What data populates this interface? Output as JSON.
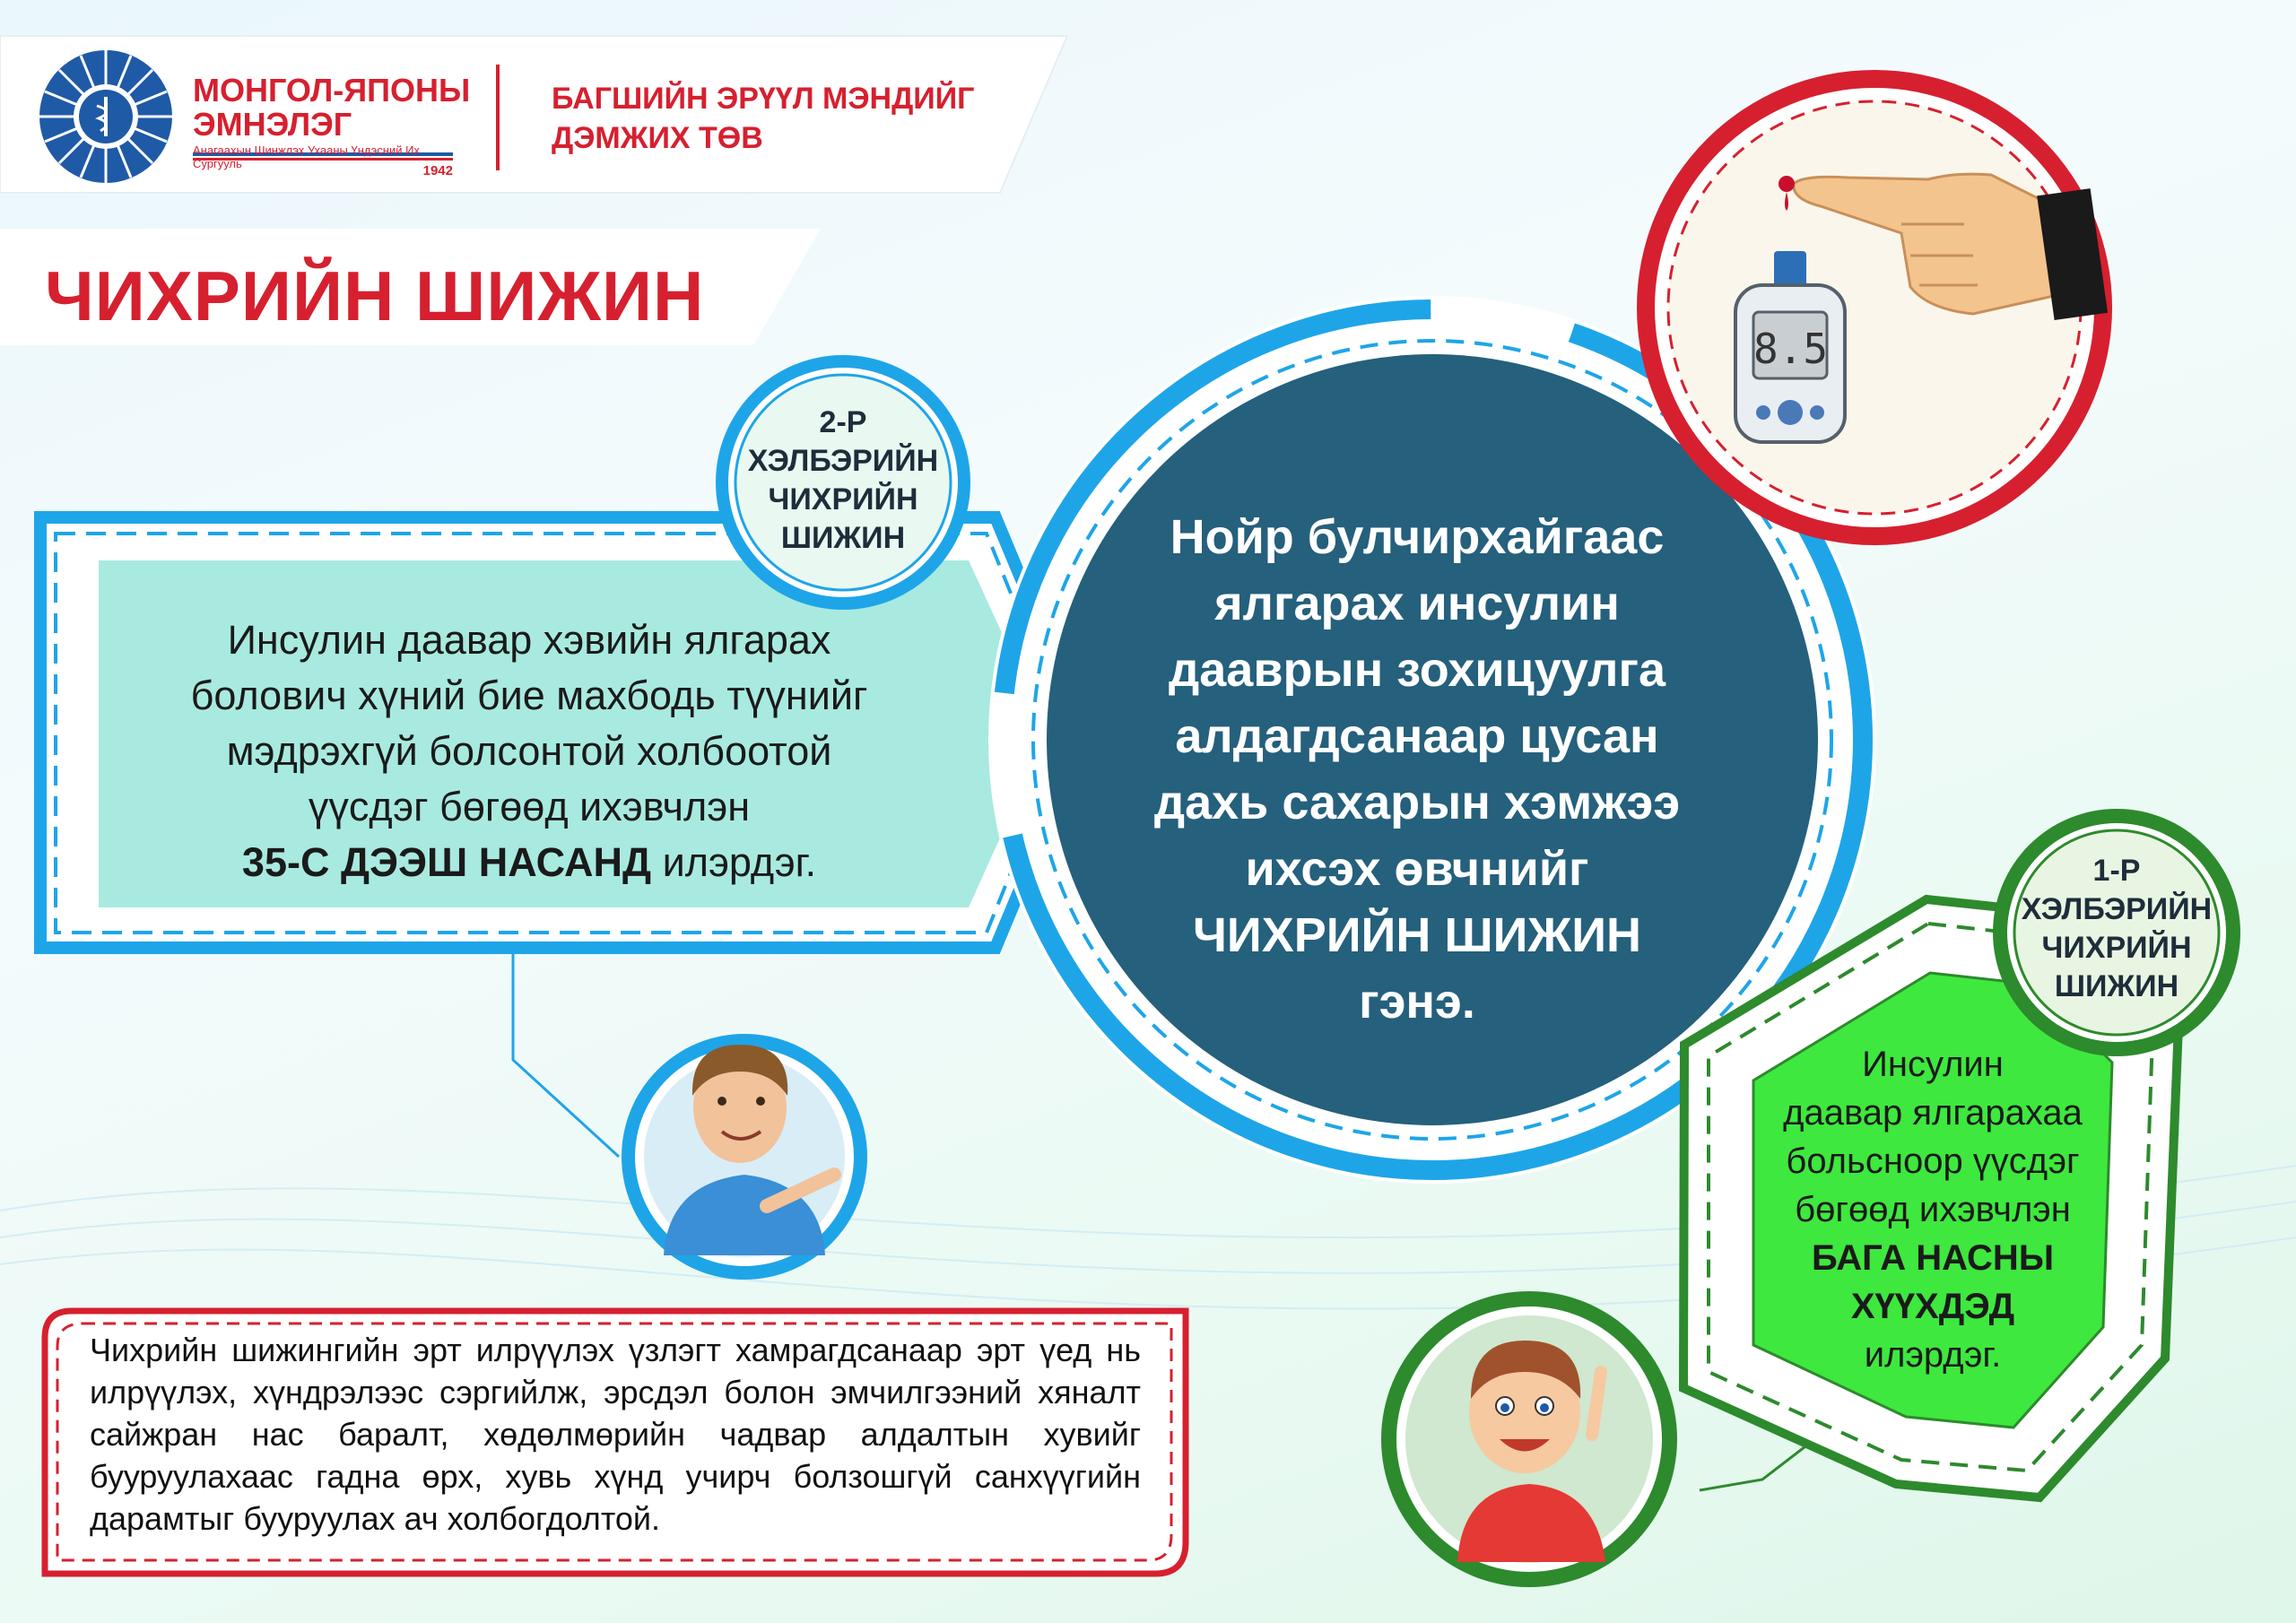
{
  "header": {
    "hospital_name_line1": "МОНГОЛ-ЯПОНЫ",
    "hospital_name_line2": "ЭМНЭЛЭГ",
    "hospital_subtitle": "Анагаахын Шинжлэх Ухааны Үндэсний Их Сургууль",
    "hospital_year": "1942",
    "center_name_line1": "БАГШИЙН ЭРҮҮЛ МЭНДИЙГ",
    "center_name_line2": "ДЭМЖИХ ТӨВ"
  },
  "title": "ЧИХРИЙН ШИЖИН",
  "type2": {
    "label_lines": [
      "2-Р",
      "ХЭЛБЭРИЙН",
      "ЧИХРИЙН",
      "ШИЖИН"
    ],
    "text_lines": [
      "Инсулин даавар хэвийн ялгарах",
      "болович хүний бие махбодь түүнийг",
      "мэдрэхгүй болсонтой холбоотой",
      "үүсдэг бөгөөд ихэвчлэн"
    ],
    "emphasis": "35-С ДЭЭШ НАСАНД",
    "text_end": " илэрдэг."
  },
  "definition": {
    "lines": [
      "Нойр булчирхайгаас",
      "ялгарах инсулин",
      "дааврын зохицуулга",
      "алдагдсанаар цусан",
      "дахь сахарын хэмжээ",
      "ихсэх өвчнийг",
      "ЧИХРИЙН ШИЖИН",
      "гэнэ."
    ]
  },
  "type1": {
    "label_lines": [
      "1-Р",
      "ХЭЛБЭРИЙН",
      "ЧИХРИЙН",
      "ШИЖИН"
    ],
    "text_lines": [
      "Инсулин",
      "даавар ялгарахаа",
      "больсноор үүсдэг",
      "бөгөөд ихэвчлэн"
    ],
    "emphasis_lines": [
      "БАГА НАСНЫ",
      "ХҮҮХДЭД"
    ],
    "text_end": "илэрдэг."
  },
  "glucometer_reading": "8.5",
  "bottom_note": "Чихрийн шижингийн эрт илрүүлэх үзлэгт хамрагдсанаар эрт үед нь илрүүлэх, хүндрэлээс сэргийлж, эрсдэл болон эмчилгээний хяналт сайжран нас баралт, хөдөлмөрийн чадвар алдалтын хувийг бууруулахаас гадна өрх, хувь хүнд учирч болзошгүй санхүүгийн дарамтыг бууруулах ач холбогдолтой.",
  "colors": {
    "red": "#d6202f",
    "blue": "#1ea5e8",
    "teal": "#25607c",
    "green": "#2d8a2d",
    "bright_green": "#3ee83e",
    "aqua": "#a8eadf"
  }
}
